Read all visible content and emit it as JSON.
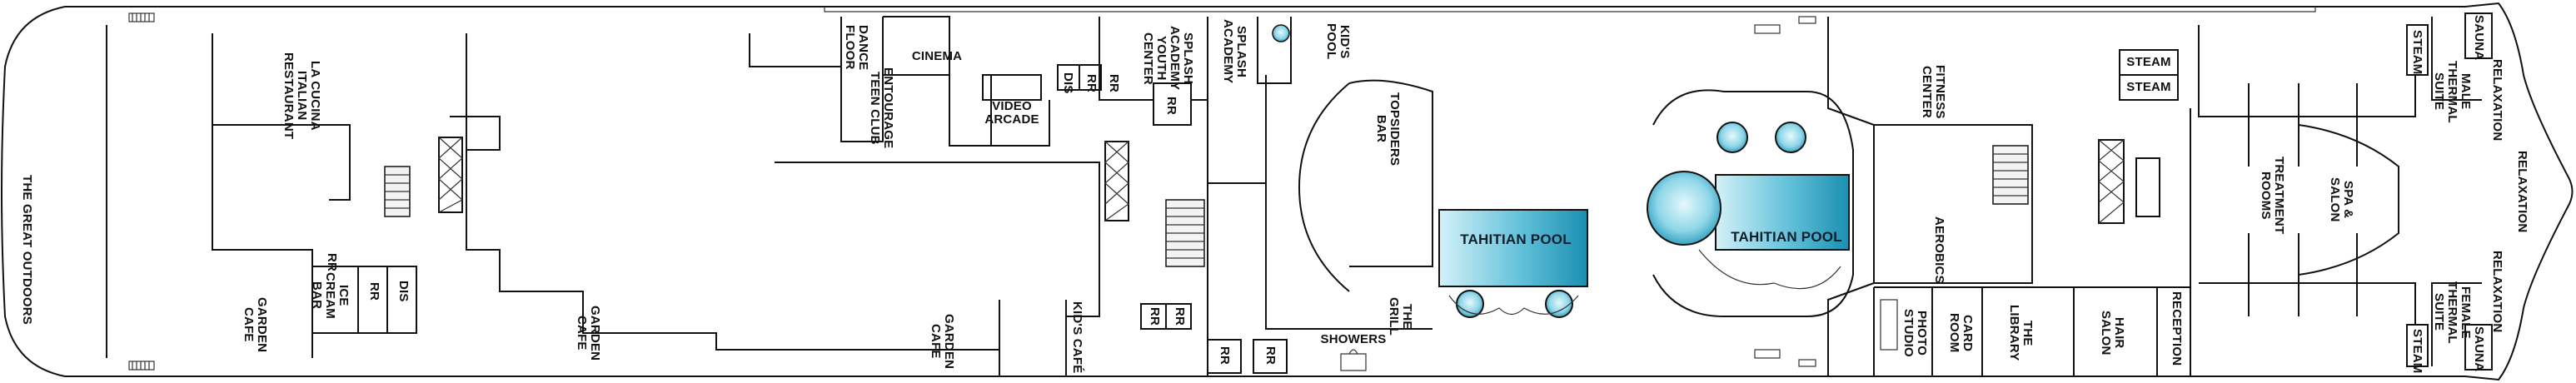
{
  "colors": {
    "outline": "#111111",
    "pool_light": "#a8e2ef",
    "pool_dark": "#1f97b8",
    "stair_fill": "#f3f3f3"
  },
  "labels": {
    "great_outdoors": "THE GREAT OUTDOORS",
    "la_cucina": "LA CUCINA\nITALIAN\nRESTAURANT",
    "garden_cafe_1": "GARDEN\nCAFE",
    "rr_1": "RR",
    "ice_cream_bar": "ICE\nCREAM\nBAR",
    "rr_2": "RR",
    "dis_1": "DIS",
    "garden_cafe_2": "GARDEN\nCAFE",
    "garden_cafe_3": "GARDEN\nCAFE",
    "kids_cafe": "KID'S CAFÉ",
    "dance_floor": "DANCE\nFLOOR",
    "entourage": "ENTOURAGE\nTEEN CLUB",
    "cinema": "CINEMA",
    "video_arcade": "VIDEO\nARCADE",
    "dis_2": "DIS",
    "rr_3": "RR",
    "rr_4": "RR",
    "splash_youth": "SPLASH\nACADEMY\nYOUTH\nCENTER",
    "rr_5": "RR",
    "splash_academy": "SPLASH\nACADEMY",
    "kids_pool": "KID'S\nPOOL",
    "topsiders_bar": "TOPSIDERS\nBAR",
    "the_grill": "THE GRILL",
    "rr_6": "RR",
    "rr_7": "RR",
    "rr_8": "RR",
    "rr_9": "RR",
    "showers": "SHOWERS",
    "tahitian_pool_1": "TAHITIAN POOL",
    "tahitian_pool_2": "TAHITIAN POOL",
    "fitness_center": "FITNESS\nCENTER",
    "aerobics": "AEROBICS",
    "photo_studio": "PHOTO\nSTUDIO",
    "card_room": "CARD\nROOM",
    "the_library": "THE\nLIBRARY",
    "hair_salon": "HAIR SALON",
    "reception": "RECEPTION",
    "treatment_rooms": "TREATMENT ROOMS",
    "steam_1": "STEAM",
    "steam_2": "STEAM",
    "spa_salon": "SPA &\nSALON",
    "steam_3": "STEAM",
    "male_thermal": "MALE\nTHERMAL\nSUITE",
    "relaxation_1": "RELAXATION",
    "sauna_1": "SAUNA",
    "relaxation_2": "RELAXATION",
    "female_thermal": "FEMALE\nTHERMAL\nSUITE",
    "relaxation_3": "RELAXATION",
    "steam_4": "STEAM",
    "sauna_2": "SAUNA"
  }
}
